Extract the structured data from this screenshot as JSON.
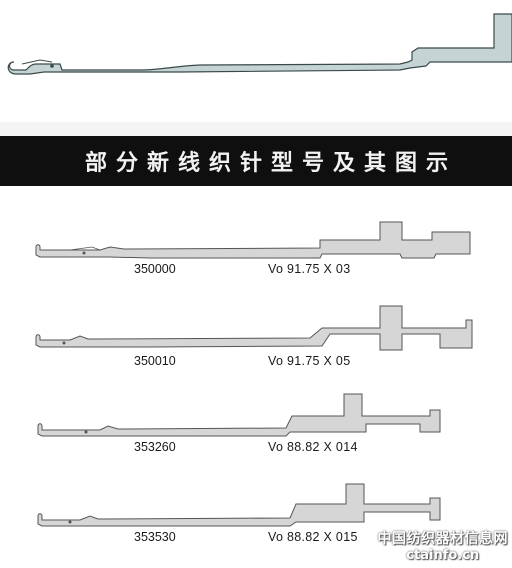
{
  "title": "部分新线织针型号及其图示",
  "needles": [
    {
      "code": "350000",
      "model": "Vo 91.75 X 03"
    },
    {
      "code": "350010",
      "model": "Vo 91.75 X 05"
    },
    {
      "code": "353260",
      "model": "Vo 88.82 X 014"
    },
    {
      "code": "353530",
      "model": "Vo 88.82 X 015"
    }
  ],
  "watermark": {
    "line1": "中国纺织器材信息网",
    "line2": "ctainfo.cn"
  }
}
